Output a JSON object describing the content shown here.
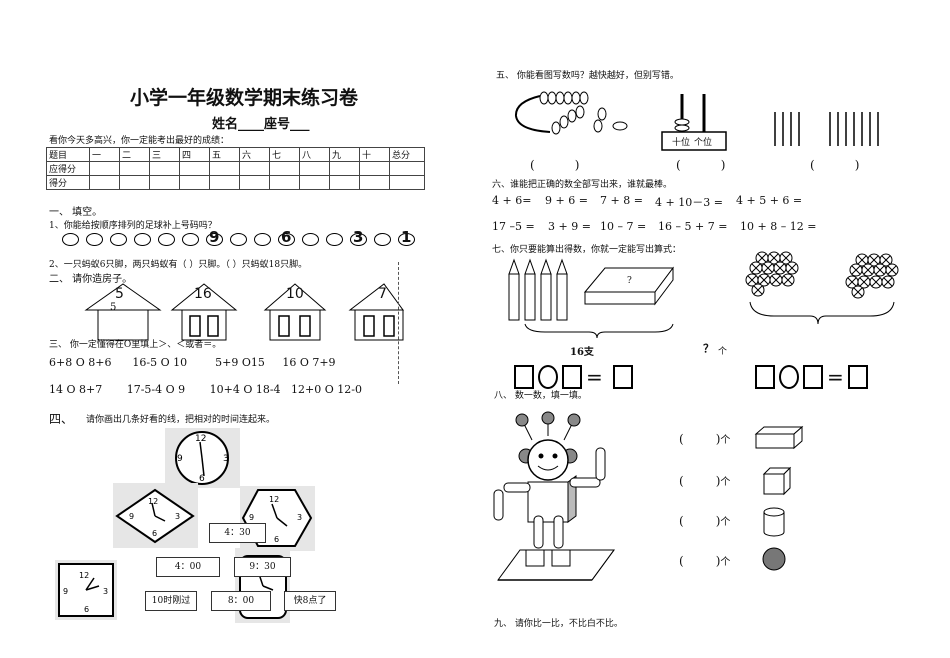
{
  "left": {
    "title": "小学一年级数学期末练习卷",
    "subtitle": "姓名____座号___",
    "intro": "看你今天多高兴，你一定能考出最好的成绩：",
    "score_table": {
      "header": [
        "题目",
        "一",
        "二",
        "三",
        "四",
        "五",
        "六",
        "七",
        "八",
        "九",
        "十",
        "总分"
      ],
      "rows": [
        "应得分",
        "得分"
      ]
    },
    "s1_title": "一、    填空。",
    "q1": "1、你能给按顺序排列的足球补上号码吗？",
    "balls": [
      "",
      "",
      "",
      "",
      "",
      "",
      "9",
      "",
      "",
      "6",
      "",
      "",
      "3",
      "",
      "1"
    ],
    "q2": "2、一只蚂蚁6只脚，两只蚂蚁有（    ）只脚。（    ）只蚂蚁18只脚。",
    "s2_title": "二、    请你造房子。",
    "houses": [
      {
        "roof": "5",
        "inner": "5"
      },
      {
        "roof": "16",
        "inner": ""
      },
      {
        "roof": "10",
        "inner": ""
      },
      {
        "roof": "7",
        "inner": ""
      }
    ],
    "s3_title": "三、    你一定懂得在O里填上＞、＜或者＝。",
    "compare_row1": "6+8 O 8+6      16-5 O 10        5+9 O15     16 O 7+9",
    "compare_row2": "14 O 8+7       17-5-4 O 9       10+4 O 18-4   12+0 O 12-0",
    "s4_title": "四、",
    "s4_text": "请你画出几条好看的线，把相对的时间连起来。",
    "time_labels": [
      "4：30",
      "4：00",
      "9：30",
      "10时刚过",
      "8：00",
      "快8点了"
    ]
  },
  "right": {
    "s5": "五、      你能看图写数吗？越快越好，但别写错。",
    "abacus_labels": [
      "十位",
      "个位"
    ],
    "s6": "六、谁能把正确的数全部写出来，谁就最棒。",
    "calc_row1": [
      "4 + 6=",
      "9 + 6 =",
      "7 + 8 =",
      "4 + 10－3 =",
      "4 + 5 + 6 ="
    ],
    "calc_row2": [
      "17 –5 =",
      "3 + 9 =",
      "10 – 7 =",
      "16 – 5 + 7 =",
      "10 + 8 – 12 ="
    ],
    "s7": "七、你只要能算出得数，你就一定能写出算式：",
    "box_q": "?",
    "pencils_total": "16支",
    "balls_q": "？",
    "balls_unit": "个",
    "eq": "=",
    "s8": "八、    数一数，填一填。",
    "count_unit": "个",
    "bracket_open": "(",
    "bracket_close": ")",
    "s9": "九、      请你比一比，不比白不比。"
  }
}
